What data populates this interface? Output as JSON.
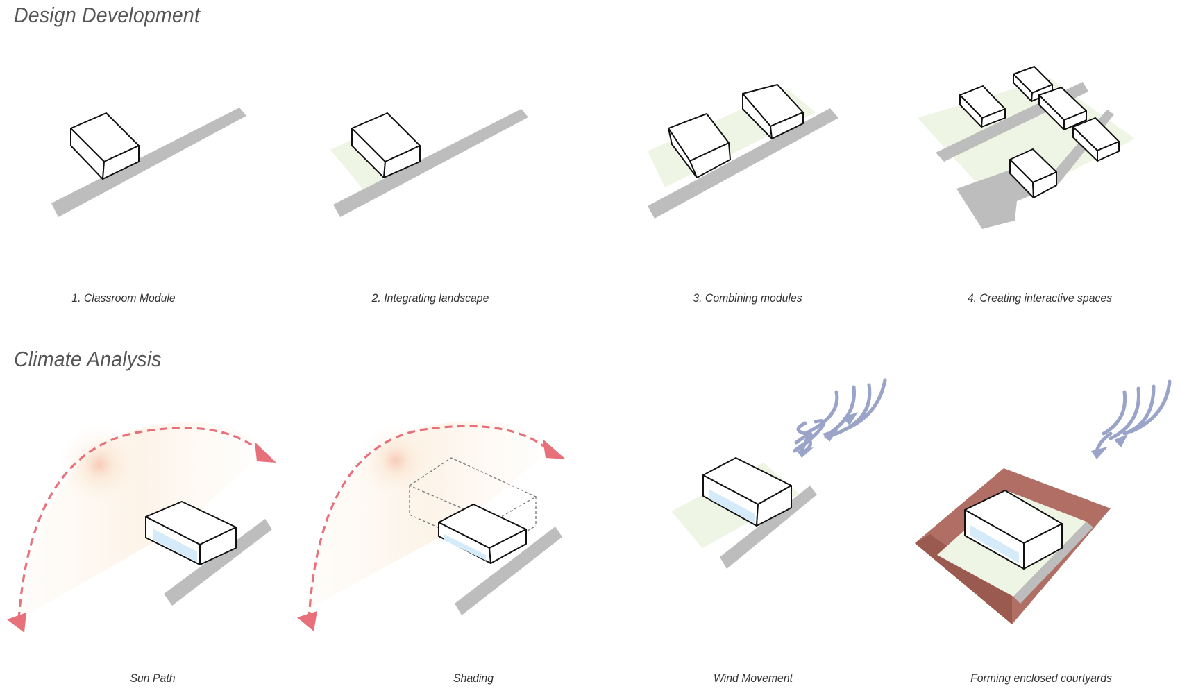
{
  "sections": {
    "design_title": "Design Development",
    "climate_title": "Climate Analysis"
  },
  "design_steps": [
    "1. Classroom Module",
    "2. Integrating landscape",
    "3. Combining modules",
    "4. Creating interactive spaces"
  ],
  "climate_steps": [
    "Sun Path",
    "Shading",
    "Wind Movement",
    "Forming enclosed courtyards"
  ],
  "colors": {
    "road": "#bdbdbd",
    "landscape": "#eef5e4",
    "sun_path": "#e8707a",
    "wind": "#9aa3c8",
    "courtyard_wall": "#b06e64",
    "window": "#d6ebfa"
  }
}
